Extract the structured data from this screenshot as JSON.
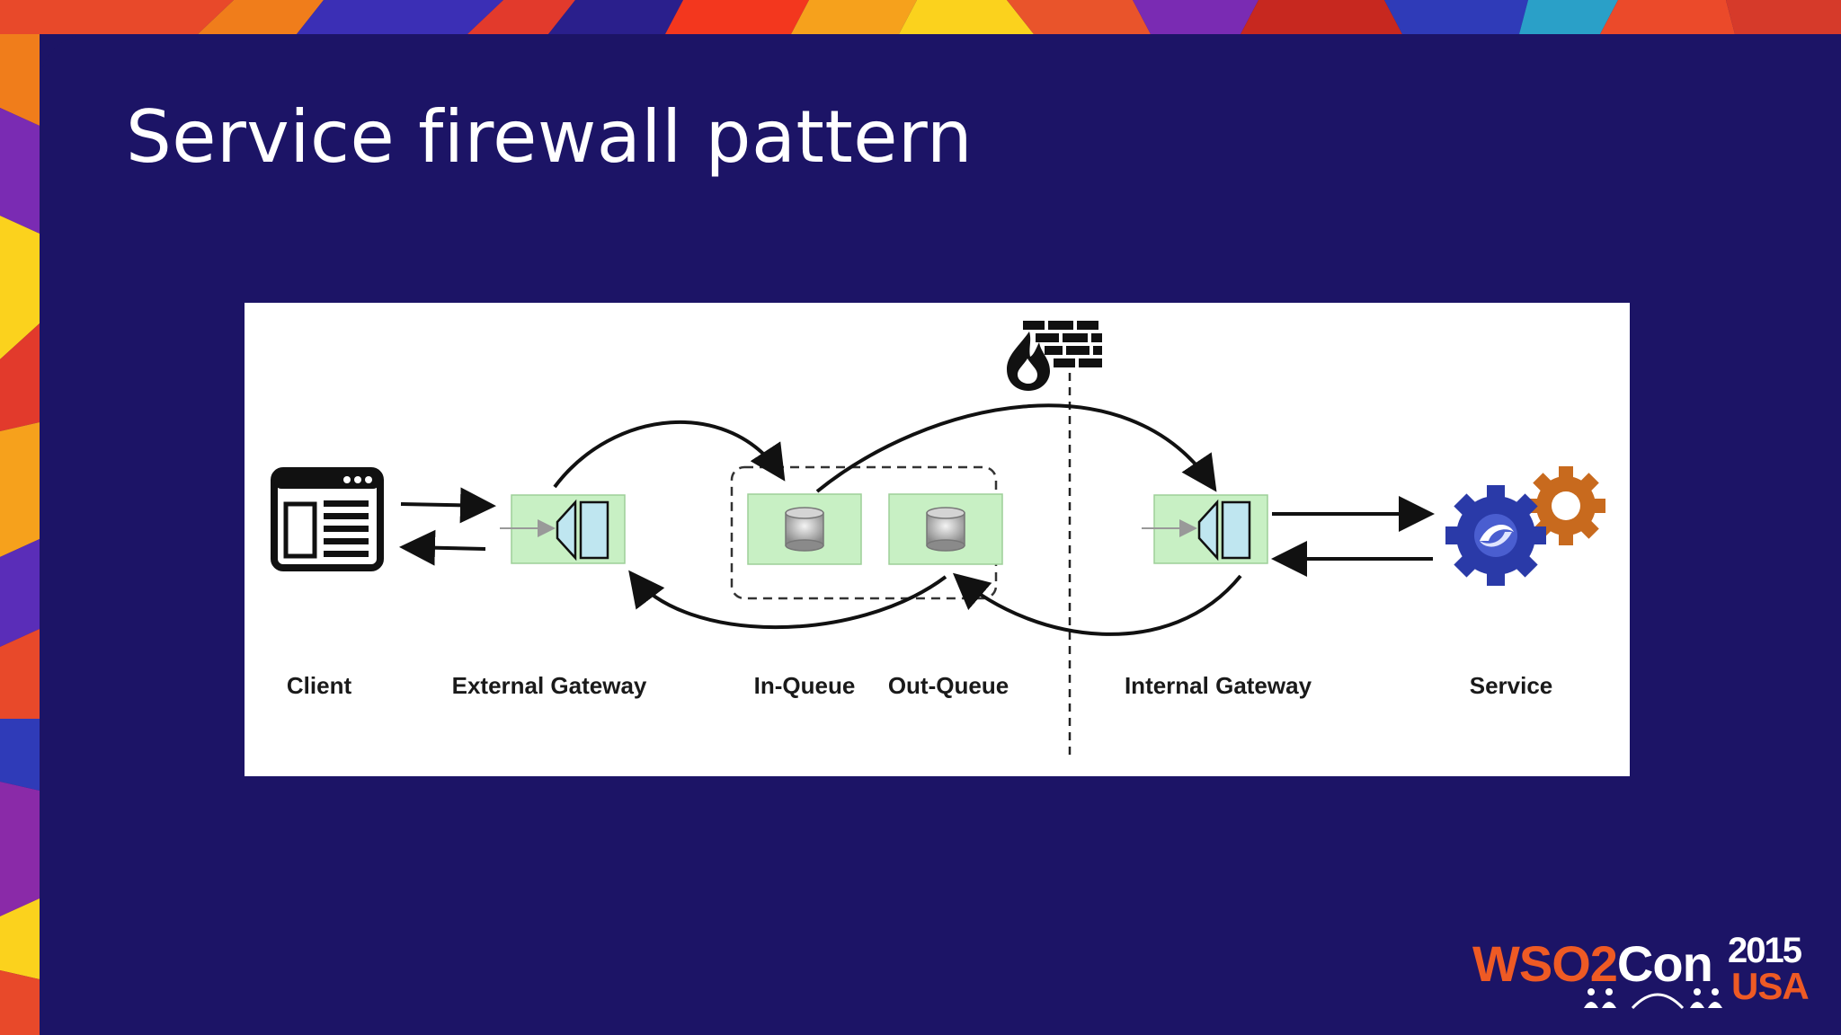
{
  "slide": {
    "title": "Service firewall pattern"
  },
  "diagram": {
    "labels": {
      "client": "Client",
      "external_gateway": "External Gateway",
      "in_queue": "In-Queue",
      "out_queue": "Out-Queue",
      "internal_gateway": "Internal Gateway",
      "service": "Service"
    },
    "icons": {
      "client": "browser-window-icon",
      "gateway": "gateway-icon",
      "queue": "database-cylinder-icon",
      "firewall": "firewall-icon",
      "service": "gears-icon"
    },
    "colors": {
      "node_fill": "#c8f0c4",
      "gateway_fill": "#bfe6f0",
      "stroke": "#111111"
    }
  },
  "logo": {
    "brand": "WSO2",
    "con": "Con",
    "year": "2015",
    "region": "USA",
    "colors": {
      "orange": "#ee5a24",
      "white": "#ffffff"
    }
  }
}
